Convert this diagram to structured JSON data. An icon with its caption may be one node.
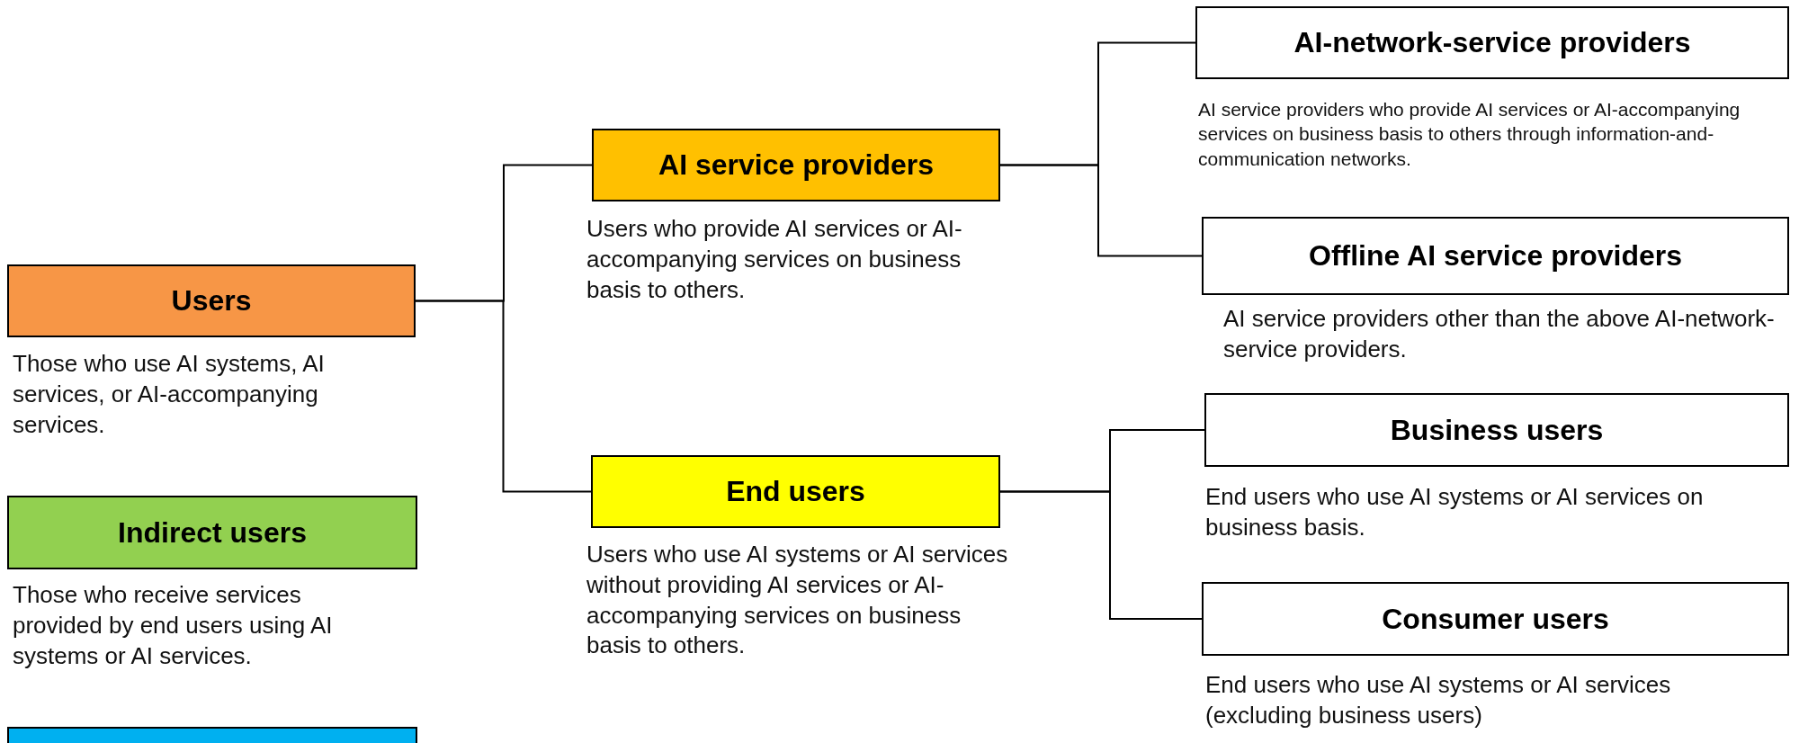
{
  "diagram": {
    "nodes": [
      {
        "text": [
          "Users"
        ],
        "beside": [
          "Those who use AI systems, AI services, or AI-accompanying services."
        ]
      },
      {
        "text": [
          "Indirect users"
        ],
        "beside": [
          "Those who receive services provided by end users using AI systems or AI services."
        ]
      },
      {
        "text": [],
        "shape": "box"
      },
      {
        "text": [
          "AI service providers"
        ],
        "beside": [
          "Users who provide AI services or AI-accompanying services on business basis to others."
        ]
      },
      {
        "text": [
          "End users"
        ],
        "beside": [
          "Users who use AI systems or AI services without providing AI services or AI-accompanying services on business basis to others."
        ]
      },
      {
        "text": [
          "AI-network-service providers"
        ],
        "beside": [
          "AI service providers who provide AI services or AI-accompanying services on business basis to others through information-and-communication networks."
        ]
      },
      {
        "text": [
          "Offline AI service providers"
        ],
        "beside": [
          "AI service providers other than the above AI-network-service providers."
        ]
      },
      {
        "text": [
          "Business users"
        ],
        "beside": [
          "End users who use AI systems or AI services on business basis."
        ]
      },
      {
        "text": [
          "Consumer users"
        ],
        "beside": [
          "End users who use AI systems or AI services (excluding business users)"
        ]
      }
    ],
    "edges": [
      {
        "from": 0,
        "to": 3,
        "arrow": "none"
      },
      {
        "from": 0,
        "to": 4,
        "arrow": "none"
      },
      {
        "from": 3,
        "to": 5,
        "arrow": "none"
      },
      {
        "from": 3,
        "to": 6,
        "arrow": "none"
      },
      {
        "from": 4,
        "to": 7,
        "arrow": "none"
      },
      {
        "from": 4,
        "to": 8,
        "arrow": "none"
      }
    ]
  }
}
